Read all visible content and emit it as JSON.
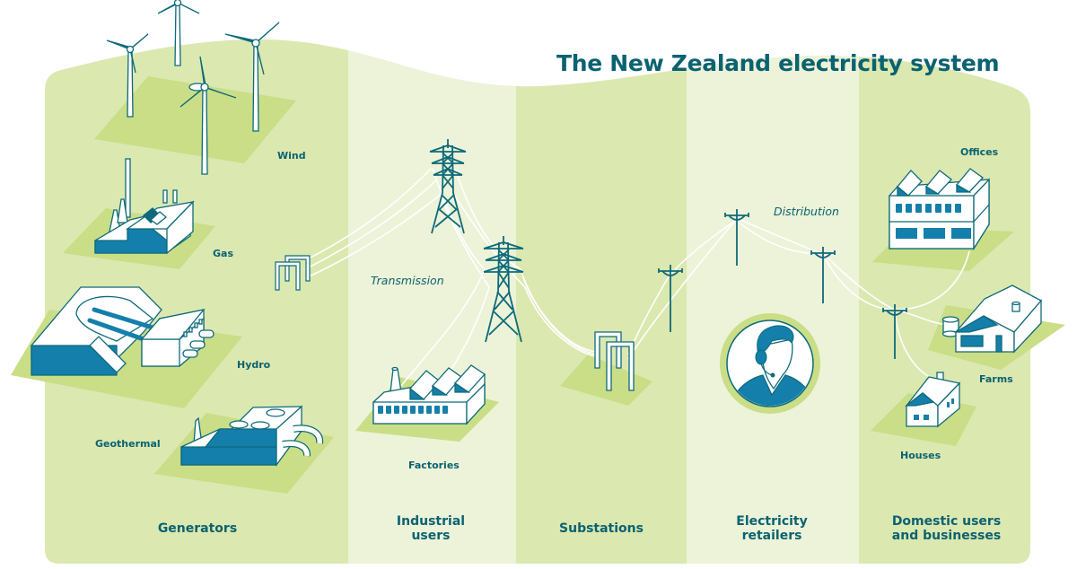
{
  "title": "The New Zealand electricity system",
  "colors": {
    "title_teal": "#0b6271",
    "column_dark": "#dbe8b0",
    "column_light": "#ecf3d8",
    "ground_patch": "#c9de86",
    "building_blue": "#147fab",
    "outline_teal": "#0e6a7a",
    "wire_white": "#ffffff"
  },
  "columns": [
    {
      "id": "generators",
      "label": "Generators"
    },
    {
      "id": "industrial",
      "label": "Industrial\nusers"
    },
    {
      "id": "substations",
      "label": "Substations"
    },
    {
      "id": "retailers",
      "label": "Electricity\nretailers"
    },
    {
      "id": "domestic",
      "label": "Domestic users\nand businesses"
    }
  ],
  "generator_types": {
    "wind": "Wind",
    "gas": "Gas",
    "hydro": "Hydro",
    "geothermal": "Geothermal"
  },
  "flow_labels": {
    "transmission": "Transmission",
    "distribution": "Distribution"
  },
  "industrial_items": {
    "factories": "Factories"
  },
  "domestic_items": {
    "offices": "Offices",
    "farms": "Farms",
    "houses": "Houses"
  },
  "icons": {
    "wind_turbine": "wind-turbine-icon",
    "gas_plant": "gas-plant-icon",
    "hydro_dam": "hydro-dam-icon",
    "geothermal_plant": "geothermal-plant-icon",
    "transmission_pylon": "pylon-icon",
    "substation": "substation-icon",
    "factory": "factory-icon",
    "power_pole": "power-pole-icon",
    "retailer_agent": "headset-agent-icon",
    "office": "office-building-icon",
    "farm": "farm-icon",
    "house": "house-icon"
  }
}
